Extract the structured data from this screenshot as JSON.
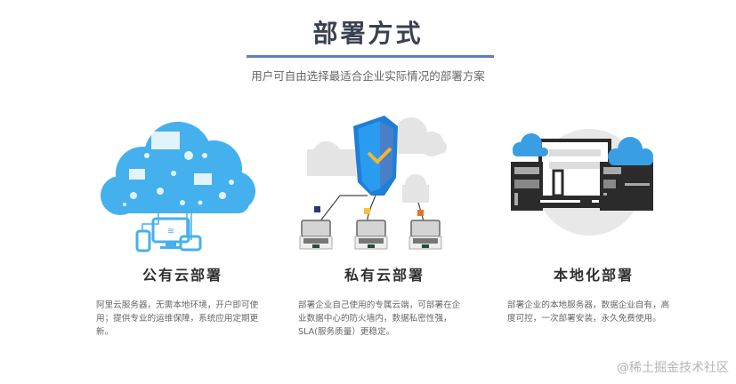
{
  "header": {
    "title": "部署方式",
    "subtitle": "用户可自由选择最适合企业实际情况的部署方案",
    "divider_color": "#5b7fc4"
  },
  "cards": [
    {
      "icon": "cloud-devices-icon",
      "heading": "公有云部署",
      "description": "阿里云服务器，无需本地环境，开户即可使用；提供专业的运维保障，系统应用定期更新。"
    },
    {
      "icon": "shield-network-icon",
      "heading": "私有云部署",
      "description": "部署企业自己使用的专属云端，可部署在企业数据中心的防火墙内，数据私密性强，SLA(服务质量）更稳定。"
    },
    {
      "icon": "server-cloud-icon",
      "heading": "本地化部署",
      "description": "部署企业的本地服务器，数据企业自有，高度可控，一次部署安装，永久免费使用。"
    }
  ],
  "colors": {
    "title": "#3a4150",
    "accent_blue": "#3aa7e8",
    "shield_blue": "#1f7fd4",
    "check_yellow": "#f2b632"
  },
  "watermark": "@稀土掘金技术社区"
}
